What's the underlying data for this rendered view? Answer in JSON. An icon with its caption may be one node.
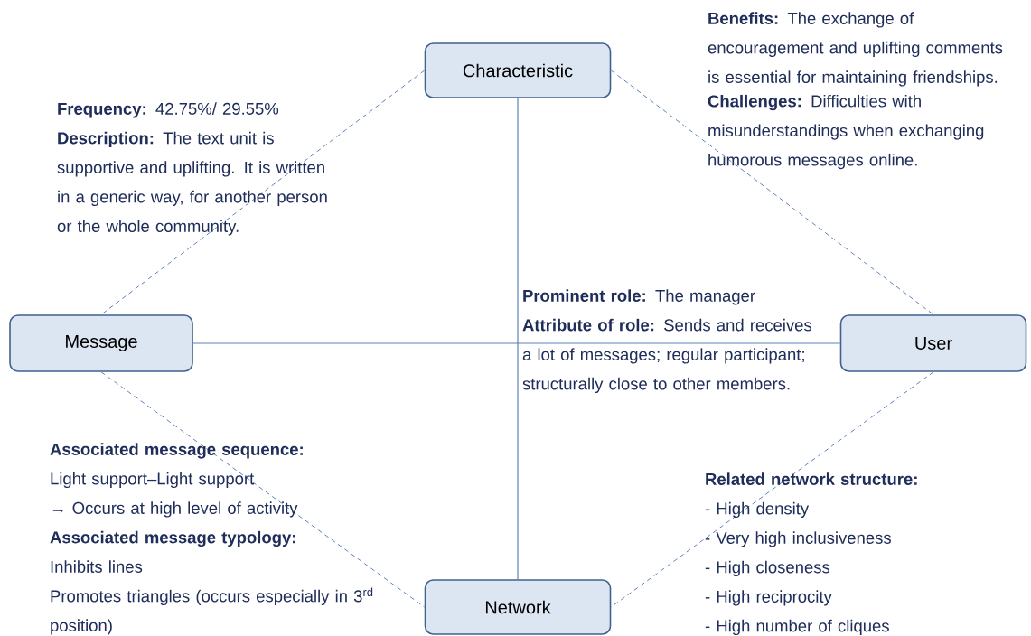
{
  "diagram": {
    "nodes": [
      {
        "text": [
          "Characteristic"
        ]
      },
      {
        "text": [
          "Message"
        ]
      },
      {
        "text": [
          "User"
        ]
      },
      {
        "text": [
          "Network"
        ]
      }
    ],
    "edges": [
      {
        "from": 0,
        "to": 3,
        "arrow": "none"
      },
      {
        "from": 1,
        "to": 2,
        "arrow": "none"
      },
      {
        "from": 0,
        "to": 1,
        "arrow": "none",
        "style": "dashed"
      },
      {
        "from": 0,
        "to": 2,
        "arrow": "none",
        "style": "dashed"
      },
      {
        "from": 1,
        "to": 3,
        "arrow": "none",
        "style": "dashed"
      },
      {
        "from": 2,
        "to": 3,
        "arrow": "none",
        "style": "dashed"
      }
    ],
    "labels": [
      "**Benefits:** The exchange of encouragement and uplifting comments is essential for maintaining friendships.",
      "**Challenges:** Difficulties with misunderstandings when exchanging humorous messages online.",
      "**Frequency:** 42.75%/ 29.55%",
      "**Description:** The text unit is supportive and uplifting. It is written in a generic way, for another person or the whole community.",
      "**Prominent role:** The manager",
      "**Attribute of role:** Sends and receives a lot of messages; regular participant; structurally close to other members.",
      "**Associated message sequence:**",
      "Light support–Light support",
      "→ Occurs at high level of activity",
      "**Associated message typology:**",
      "Inhibits lines",
      "Promotes triangles (occurs especially in 3$^{rd}$ position)",
      "**Related network structure:**",
      "- High density",
      "- Very high inclusiveness",
      "- High closeness",
      "- High reciprocity",
      "- High number of cliques"
    ]
  }
}
